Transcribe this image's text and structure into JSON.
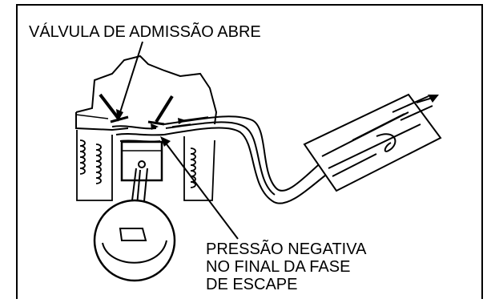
{
  "labels": {
    "intake_valve_opens": "VÁLVULA DE ADMISSÃO ABRE",
    "negative_pressure": [
      "PRESSÃO NEGATIVA",
      "NO FINAL DA FASE",
      "DE ESCAPE"
    ]
  },
  "colors": {
    "ink": "#000000",
    "background": "#ffffff"
  }
}
